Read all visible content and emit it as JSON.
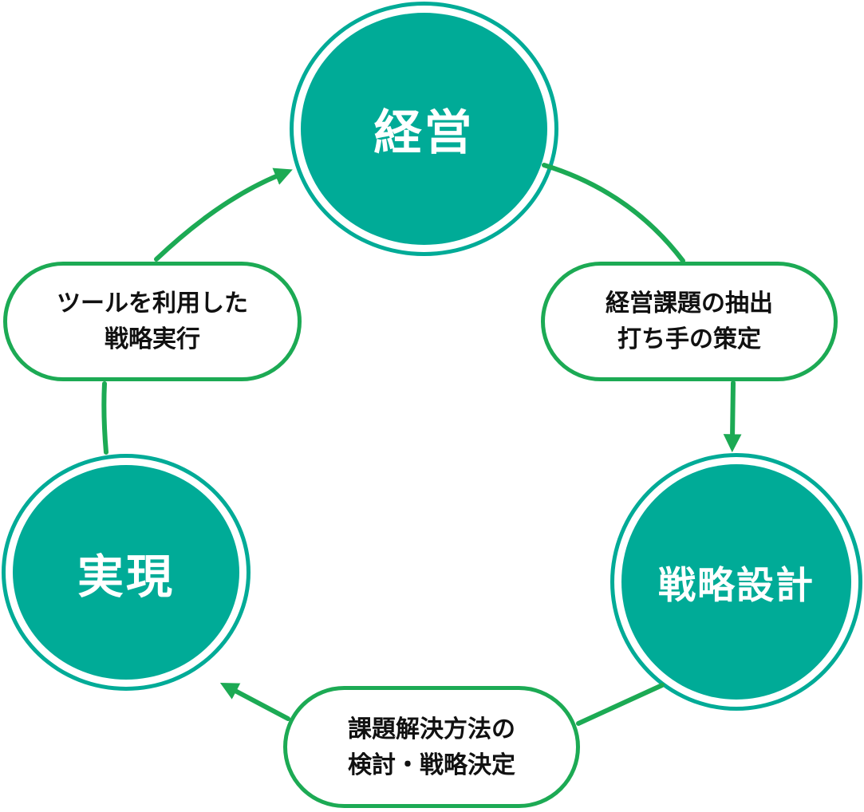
{
  "diagram": {
    "title": "management-strategy-cycle",
    "colors": {
      "node_fill": "#00AB97",
      "node_ring": "#00AB97",
      "connector_green": "#1CAA54",
      "node_text": "#ffffff",
      "pill_text": "#111111",
      "background": "#ffffff"
    },
    "nodes": [
      {
        "id": "management",
        "label": "経営"
      },
      {
        "id": "strategy-design",
        "label": "戦略設計"
      },
      {
        "id": "realization",
        "label": "実現"
      }
    ],
    "steps": [
      {
        "id": "issue-extraction",
        "from": "management",
        "to": "strategy-design",
        "lines": [
          "経営課題の抽出",
          "打ち手の策定"
        ]
      },
      {
        "id": "solution-review",
        "from": "strategy-design",
        "to": "realization",
        "lines": [
          "課題解決方法の",
          "検討・戦略決定"
        ]
      },
      {
        "id": "tool-execution",
        "from": "realization",
        "to": "management",
        "lines": [
          "ツールを利用した",
          "戦略実行"
        ]
      }
    ]
  }
}
